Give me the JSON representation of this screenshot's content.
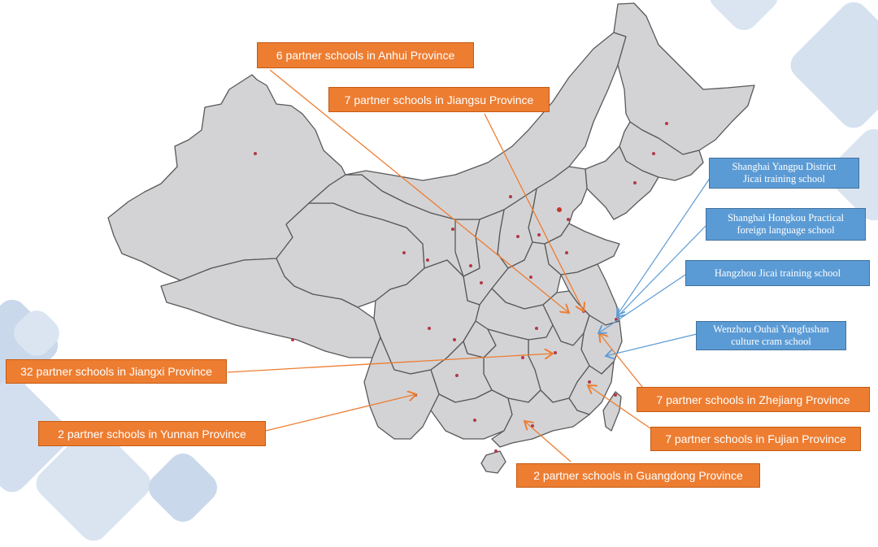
{
  "colors": {
    "orange_box": "#ed7d31",
    "blue_box": "#5b9bd5",
    "map_fill": "#d3d3d6",
    "map_border": "#595959",
    "capital_dot": "#c0392b",
    "orange_arrow": "#ed7d31",
    "blue_arrow": "#5b9bd5"
  },
  "orange_labels": {
    "anhui": "6 partner schools in  Anhui Province",
    "jiangsu": "7 partner schools in  Jiangsu Province",
    "jiangxi": "32 partner schools in  Jiangxi Province",
    "yunnan": "2  partner schools in Yunnan Province",
    "zhejiang": "7 partner schools in Zhejiang Province",
    "fujian": "7 partner schools in Fujian Province",
    "guangdong": "2 partner schools in  Guangdong Province"
  },
  "blue_labels": {
    "yangpu": {
      "line1": "Shanghai Yangpu District",
      "line2": "Jicai training school"
    },
    "hongkou": {
      "line1": "Shanghai Hongkou Practical",
      "line2": "foreign language school"
    },
    "hangzhou": {
      "line1": "Hangzhou Jicai training school"
    },
    "wenzhou": {
      "line1": "Wenzhou Ouhai Yangfushan",
      "line2": "culture cram school"
    }
  },
  "chart_data": {
    "type": "map",
    "title": "",
    "region": "China (provincial map)",
    "annotations": [
      {
        "province": "Anhui",
        "partner_schools": 6
      },
      {
        "province": "Jiangsu",
        "partner_schools": 7
      },
      {
        "province": "Jiangxi",
        "partner_schools": 32
      },
      {
        "province": "Yunnan",
        "partner_schools": 2
      },
      {
        "province": "Zhejiang",
        "partner_schools": 7
      },
      {
        "province": "Fujian",
        "partner_schools": 7
      },
      {
        "province": "Guangdong",
        "partner_schools": 2
      }
    ],
    "schools": [
      "Shanghai Yangpu District Jicai training school",
      "Shanghai Hongkou Practical foreign language school",
      "Hangzhou Jicai training school",
      "Wenzhou Ouhai Yangfushan culture cram school"
    ]
  }
}
